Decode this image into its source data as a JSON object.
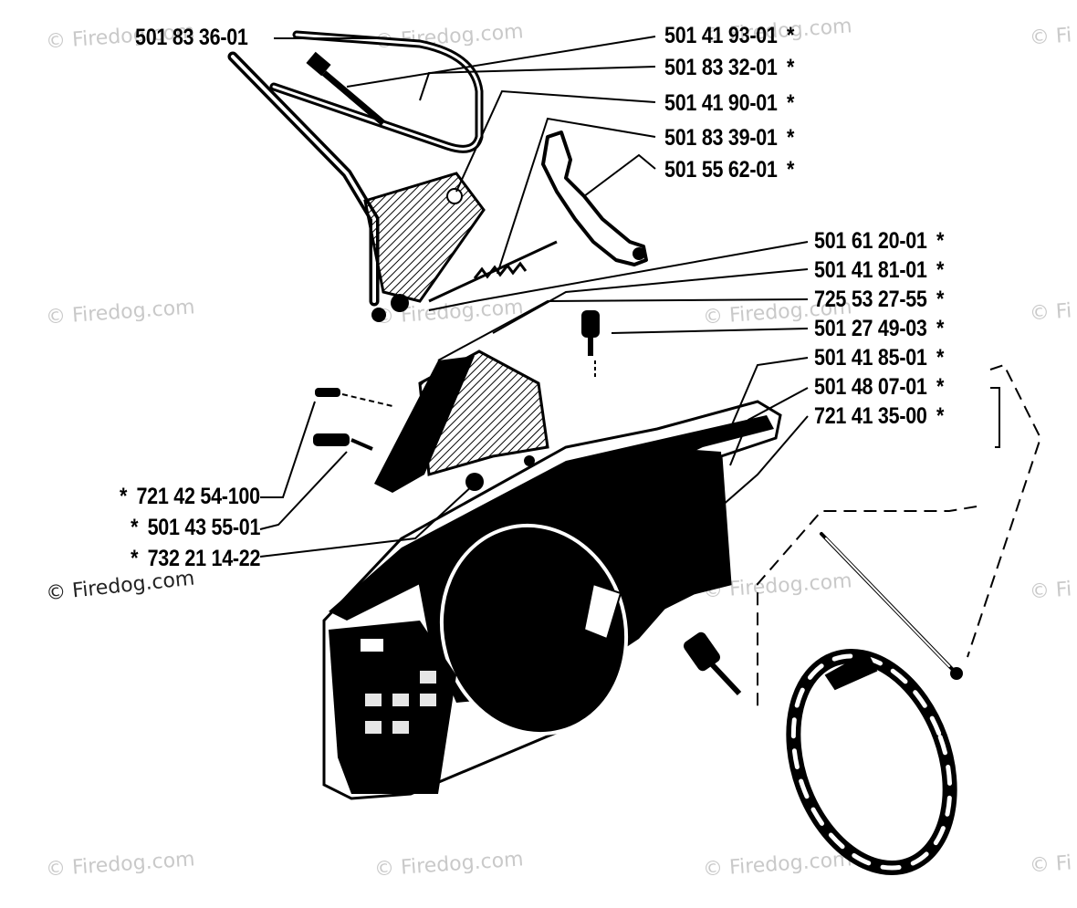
{
  "watermark": "© Firedog.com",
  "watermark_clipped": "© Fi",
  "part_labels": [
    {
      "number": "501 83 36-01",
      "star": ""
    },
    {
      "number": "501 41 93-01",
      "star": "*"
    },
    {
      "number": "501 83 32-01",
      "star": "*"
    },
    {
      "number": "501 41 90-01",
      "star": "*"
    },
    {
      "number": "501 83 39-01",
      "star": "*"
    },
    {
      "number": "501 55 62-01",
      "star": "*"
    },
    {
      "number": "501 61 20-01",
      "star": "*"
    },
    {
      "number": "501 41 81-01",
      "star": "*"
    },
    {
      "number": "725 53 27-55",
      "star": "*"
    },
    {
      "number": "501 27 49-03",
      "star": "*"
    },
    {
      "number": "501 41 85-01",
      "star": "*"
    },
    {
      "number": "501 48 07-01",
      "star": "*"
    },
    {
      "number": "721 41 35-00",
      "star": "*"
    },
    {
      "number": "721 42 54-100",
      "star": "*"
    },
    {
      "number": "501 43 55-01",
      "star": "*"
    },
    {
      "number": "732 21 14-22",
      "star": "*"
    }
  ]
}
